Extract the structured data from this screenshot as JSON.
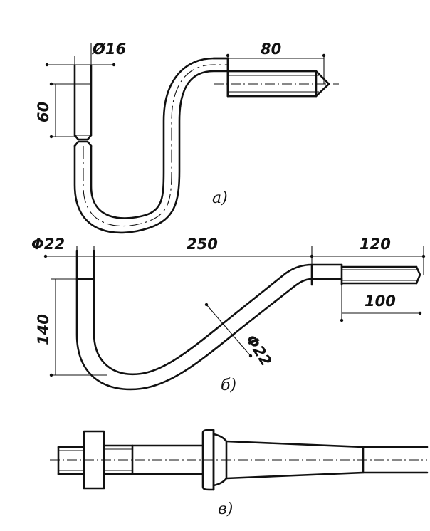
{
  "figures": {
    "a": {
      "label": "а)",
      "dimensions": {
        "diameter": "Ø16",
        "length_threaded": "80",
        "height": "60"
      }
    },
    "b": {
      "label": "б)",
      "dimensions": {
        "diameter_left": "Φ22",
        "span": "250",
        "end_length": "120",
        "thread_length": "100",
        "height": "140",
        "diameter_pipe": "Φ22"
      }
    },
    "c": {
      "label": "в)"
    }
  },
  "colors": {
    "ink": "#111111",
    "paper": "#ffffff"
  }
}
